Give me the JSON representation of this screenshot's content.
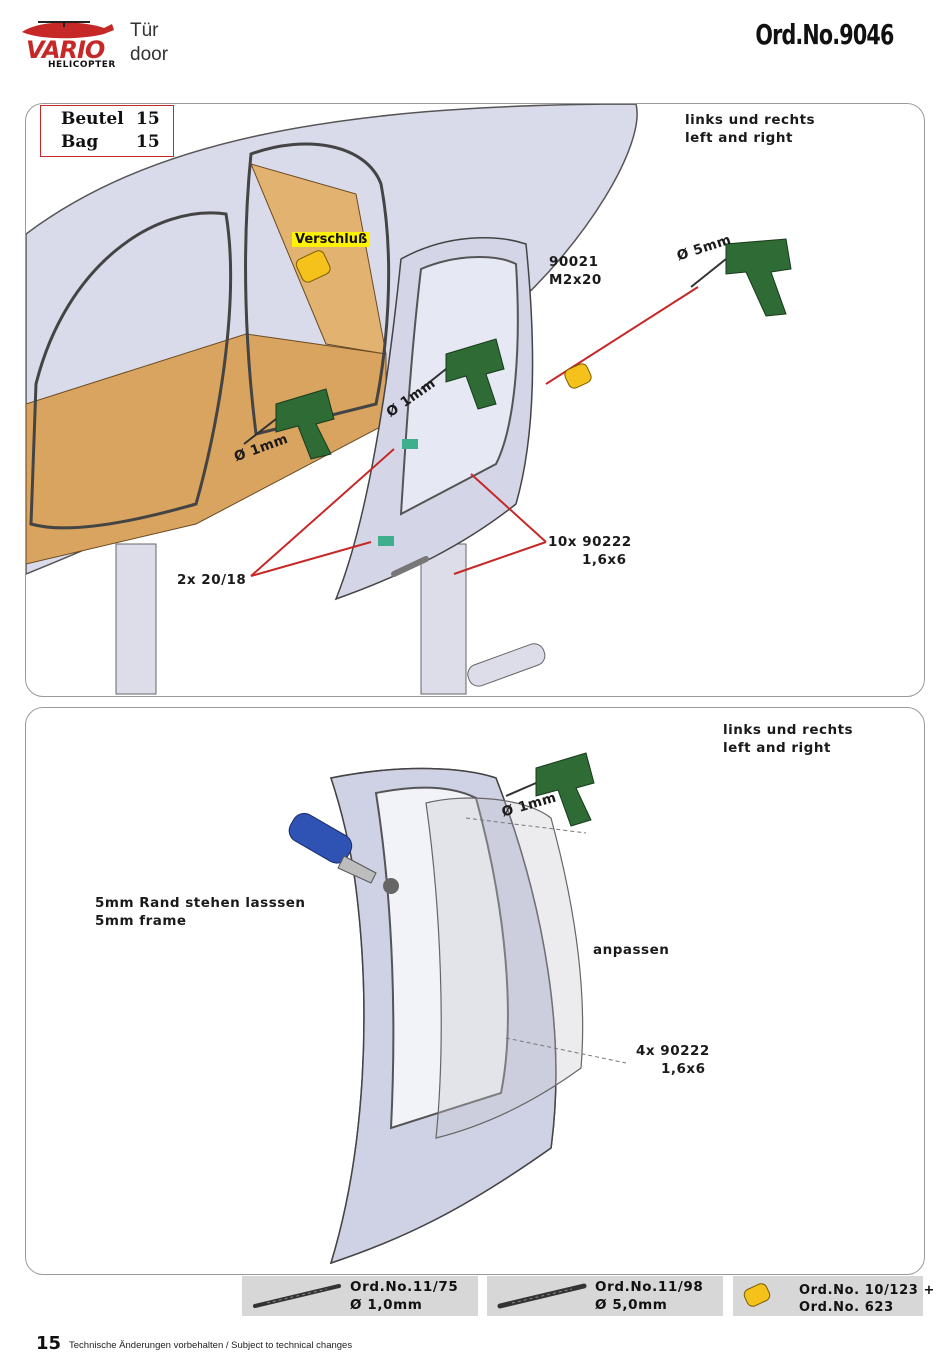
{
  "header": {
    "brand_top": "VARIO",
    "brand_bottom": "HELICOPTER",
    "title_de": "Tür",
    "title_en": "door",
    "order_number": "Ord.No.9046"
  },
  "panel1": {
    "bag_label_de": "Beutel",
    "bag_label_en": "Bag",
    "bag_value_de": "15",
    "bag_value_en": "15",
    "side_de": "links und rechts",
    "side_en": "left and right",
    "closure": "Verschluß",
    "screw_part": "90021",
    "screw_size": "M2x20",
    "drill_5": "Ø 5mm",
    "drill_1a": "Ø 1mm",
    "drill_1b": "Ø 1mm",
    "hinge_label": "2x 20/18",
    "screws_count": "10x 90222",
    "screws_size": "1,6x6"
  },
  "panel2": {
    "side_de": "links und rechts",
    "side_en": "left and right",
    "drill_1": "Ø 1mm",
    "frame_de": "5mm Rand stehen lasssen",
    "frame_en": "5mm frame",
    "fit": "anpassen",
    "screws_count": "4x 90222",
    "screws_size": "1,6x6"
  },
  "footer": {
    "tool1_line1": "Ord.No.11/75",
    "tool1_line2": "Ø 1,0mm",
    "tool2_line1": "Ord.No.11/98",
    "tool2_line2": "Ø 5,0mm",
    "glue_line1": "Ord.No. 10/123 +",
    "glue_line2": "Ord.No. 623",
    "page_number": "15",
    "disclaimer": "Technische Änderungen vorbehalten / Subject to technical changes"
  },
  "colors": {
    "accent_red": "#c62828",
    "drill_green": "#2e6b35",
    "canopy": "#d9dbea",
    "wood": "#d9a45f",
    "highlight": "#fff200"
  }
}
